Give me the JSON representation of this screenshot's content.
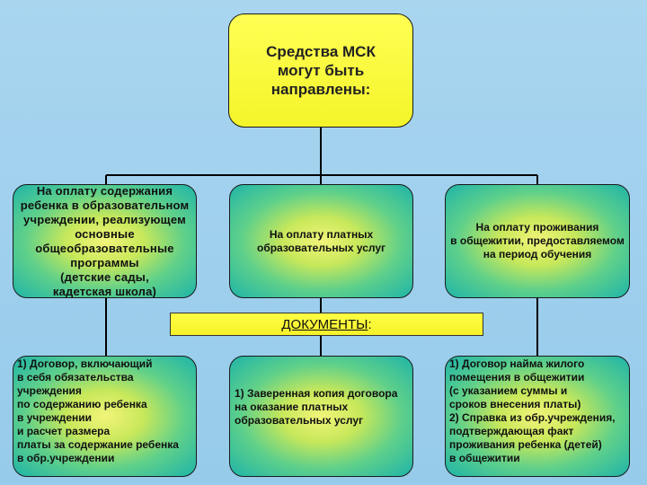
{
  "top": {
    "text": "Средства МСК\nмогут быть\nнаправлены:"
  },
  "branches": [
    {
      "text": "На оплату содержания\nребенка в образовательном\nучреждении, реализующем\nосновные\nобщеобразовательные\nпрограммы\n(детские сады,\nкадетская школа)"
    },
    {
      "text": "На оплату платных\nобразовательных услуг"
    },
    {
      "text": "На оплату проживания\nв общежитии, предоставляемом\nна период обучения"
    }
  ],
  "documents_bar": {
    "label": "ДОКУМЕНТЫ",
    "suffix": ":"
  },
  "docs": [
    {
      "text": "1) Договор, включающий\nв себя обязательства\nучреждения\nпо содержанию ребенка\nв учреждении\nи расчет размера\nплаты за содержание ребенка\nв обр.учреждении"
    },
    {
      "text": "1) Заверенная копия договора\nна оказание платных\nобразовательных услуг"
    },
    {
      "text": "1) Договор найма жилого\nпомещения в общежитии\n(с указанием суммы и\nсроков внесения платы)\n2) Справка из обр.учреждения,\nподтверждающая факт\nпроживания ребенка (детей)\nв общежитии"
    }
  ]
}
